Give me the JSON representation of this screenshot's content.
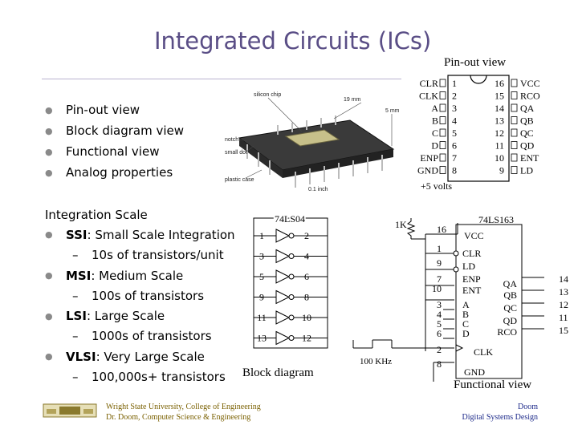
{
  "slide": {
    "title": "Integrated Circuits (ICs)",
    "bullets": [
      "Pin-out view",
      "Block diagram view",
      "Functional view",
      "Analog properties"
    ],
    "scale": {
      "heading": "Integration Scale",
      "items": [
        {
          "abbr": "SSI",
          "desc": ": Small Scale Integration",
          "sub": "10s of transistors/unit"
        },
        {
          "abbr": "MSI",
          "desc": ": Medium Scale",
          "sub": "100s of transistors"
        },
        {
          "abbr": "LSI",
          "desc": ": Large Scale",
          "sub": "1000s of transistors"
        },
        {
          "abbr": "VLSI",
          "desc": ": Very Large Scale",
          "sub": "100,000s+ transistors"
        }
      ]
    }
  },
  "chip_photo": {
    "labels": [
      "silicon chip",
      "5 mm",
      "19 mm",
      "notch",
      "small dot",
      "plastic case",
      "0.1 inch"
    ]
  },
  "pinout": {
    "caption": "Pin-out view",
    "left_labels": [
      "CLR",
      "CLK",
      "A",
      "B",
      "C",
      "D",
      "ENP",
      "GND"
    ],
    "left_nums": [
      "1",
      "2",
      "3",
      "4",
      "5",
      "6",
      "7",
      "8"
    ],
    "right_nums": [
      "16",
      "15",
      "14",
      "13",
      "12",
      "11",
      "10",
      "9"
    ],
    "right_labels": [
      "VCC",
      "RCO",
      "QA",
      "QB",
      "QC",
      "QD",
      "ENT",
      "LD"
    ],
    "supply": "+5 volts"
  },
  "block": {
    "part": "74LS04",
    "inputs": [
      "1",
      "3",
      "5",
      "9",
      "11",
      "13"
    ],
    "outputs": [
      "2",
      "4",
      "6",
      "8",
      "10",
      "12"
    ],
    "caption": "Block diagram"
  },
  "functional": {
    "part": "74LS163",
    "resistor": "1K",
    "clock": "100 KHz",
    "vcc_pin": "16",
    "vcc": "VCC",
    "left_pins": [
      "1",
      "9",
      "7",
      "10",
      "3",
      "4",
      "5",
      "6",
      "2",
      "8"
    ],
    "in_labels": [
      "CLR",
      "LD",
      "ENP",
      "ENT",
      "A",
      "B",
      "C",
      "D"
    ],
    "clk": "CLK",
    "gnd": "GND",
    "out_labels": [
      "QA",
      "QB",
      "QC",
      "QD",
      "RCO"
    ],
    "out_pins": [
      "14",
      "13",
      "12",
      "11",
      "15"
    ],
    "caption": "Functional view"
  },
  "footer": {
    "left1": "Wright State University, College of Engineering",
    "left2": "Dr. Doom, Computer Science & Engineering",
    "right1": "Doom",
    "right2": "Digital Systems Design"
  }
}
